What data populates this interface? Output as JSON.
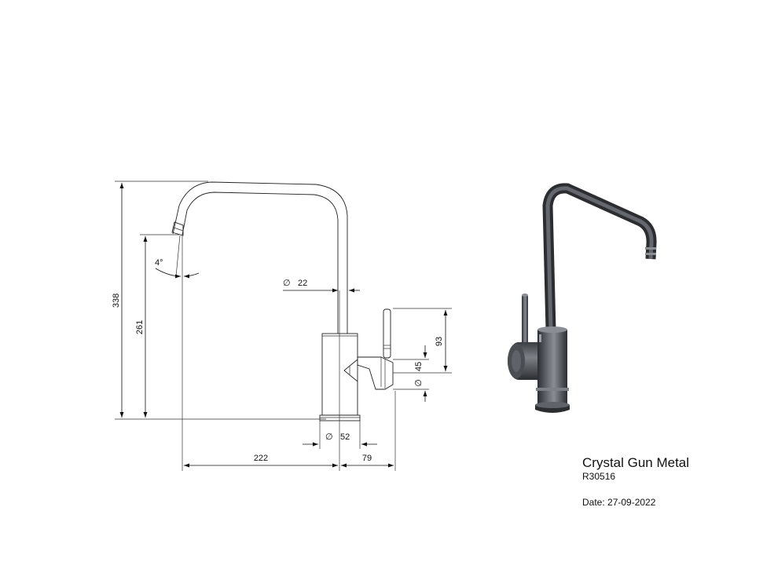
{
  "dimensions": {
    "overall_height": "338",
    "spout_height": "261",
    "spout_angle": "4°",
    "spout_diameter": "22",
    "handle_height": "93",
    "handle_body_diameter": "45",
    "base_diameter": "52",
    "reach": "222",
    "handle_offset": "79",
    "diameter_symbol": "∅"
  },
  "product": {
    "name": "Crystal Gun Metal",
    "code": "R30516",
    "date": "Date: 27-09-2022"
  },
  "colors": {
    "line": "#222222",
    "tap_body": "#4a4d52",
    "tap_highlight": "#8a8e94",
    "tap_shadow": "#2b2d31"
  }
}
